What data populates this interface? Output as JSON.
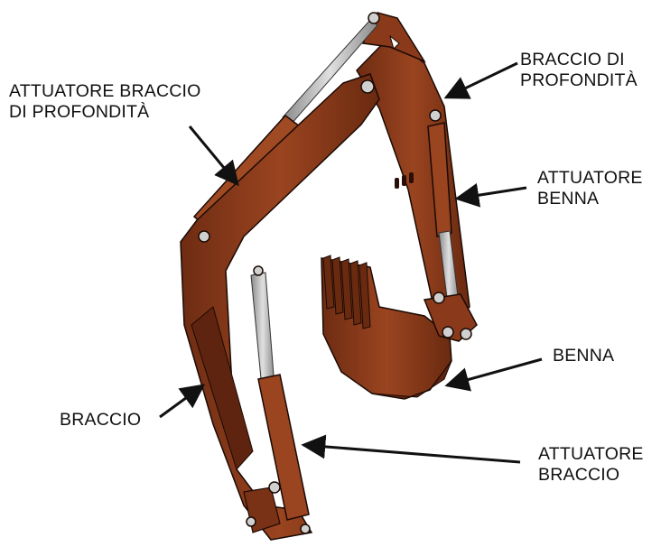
{
  "labels": {
    "dipper_actuator": [
      "ATTUATORE BRACCIO",
      "DI PROFONDITÀ"
    ],
    "dipper_arm": [
      "BRACCIO DI",
      "PROFONDITÀ"
    ],
    "bucket_actuator": [
      "ATTUATORE",
      "BENNA"
    ],
    "bucket": [
      "BENNA"
    ],
    "boom": [
      "BRACCIO"
    ],
    "boom_actuator": [
      "ATTUATORE",
      "BRACCIO"
    ]
  },
  "colors": {
    "steel_body": "#8a3a1a",
    "steel_dark": "#5e2410",
    "steel_light": "#a8502a",
    "rod": "#b8b8b8",
    "pin": "#d0d0d0",
    "outline": "#1a0a05",
    "arrow": "#111111"
  }
}
